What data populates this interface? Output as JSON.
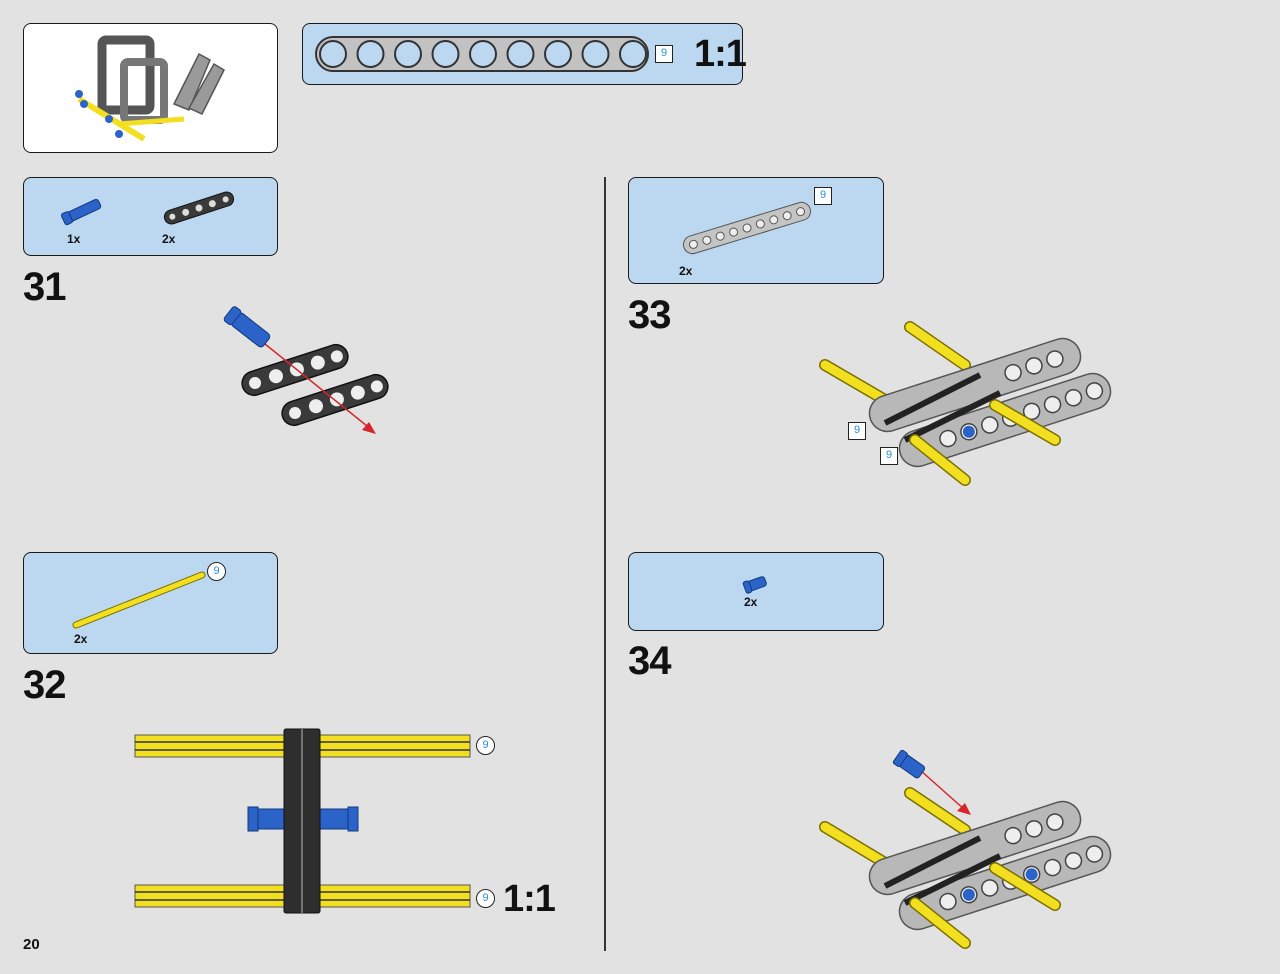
{
  "page": {
    "number": "20"
  },
  "header": {
    "beam_ruler": {
      "length_label": "9",
      "scale": "1:1",
      "hole_count": 9
    }
  },
  "steps": [
    {
      "number": "31",
      "parts": [
        {
          "qty": "1x"
        },
        {
          "qty": "2x"
        }
      ]
    },
    {
      "number": "32",
      "parts": [
        {
          "qty": "2x",
          "length": "9"
        }
      ],
      "callout_length": "9",
      "scale": "1:1"
    },
    {
      "number": "33",
      "parts": [
        {
          "qty": "2x",
          "length": "9"
        }
      ],
      "callout_length": "9"
    },
    {
      "number": "34",
      "parts": [
        {
          "qty": "2x"
        }
      ]
    }
  ],
  "colors": {
    "background": "#e2e2e2",
    "parts_panel": "#bcd7f0",
    "yellow_axle": "#f2e020",
    "blue_pin": "#2b63c8",
    "arrow": "#d6262a",
    "dark_beam": "#3a3a3a",
    "light_beam": "#b8b8b8"
  }
}
